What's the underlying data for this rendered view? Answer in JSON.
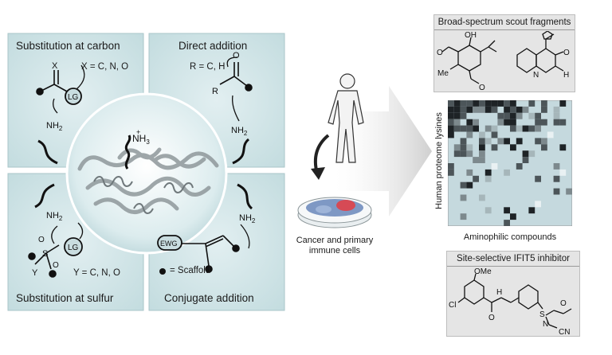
{
  "quadrants": {
    "top_left": {
      "title": "Substitution at carbon",
      "note": "X = C, N, O"
    },
    "top_right": {
      "title": "Direct addition",
      "note": "R = C, H"
    },
    "bottom_left": {
      "title": "Substitution at sulfur",
      "note": "Y = C, N, O"
    },
    "bottom_right": {
      "title": "Conjugate addition",
      "note": "= Scaffold"
    }
  },
  "center": {
    "lysine_label": "NH3+",
    "colors": {
      "circle": "#d3e7ea",
      "quad": "#cde3e6"
    }
  },
  "middle": {
    "cells_label": "Cancer and primary immune cells"
  },
  "panels": {
    "fragments": {
      "title": "Broad-spectrum scout fragments"
    },
    "heatmap": {
      "ylabel": "Human proteome lysines",
      "xlabel": "Aminophilic compounds"
    },
    "inhibitor": {
      "title": "Site-selective IFIT5 inhibitor"
    }
  },
  "chem_labels": {
    "x": "X",
    "lg": "LG",
    "nh2": "NH2",
    "r": "R",
    "o": "O",
    "ewg": "EWG",
    "y": "Y",
    "s": "S",
    "oh": "OH",
    "me": "Me",
    "ome": "OMe",
    "cl": "Cl",
    "h": "H",
    "n": "N",
    "cn": "CN"
  }
}
